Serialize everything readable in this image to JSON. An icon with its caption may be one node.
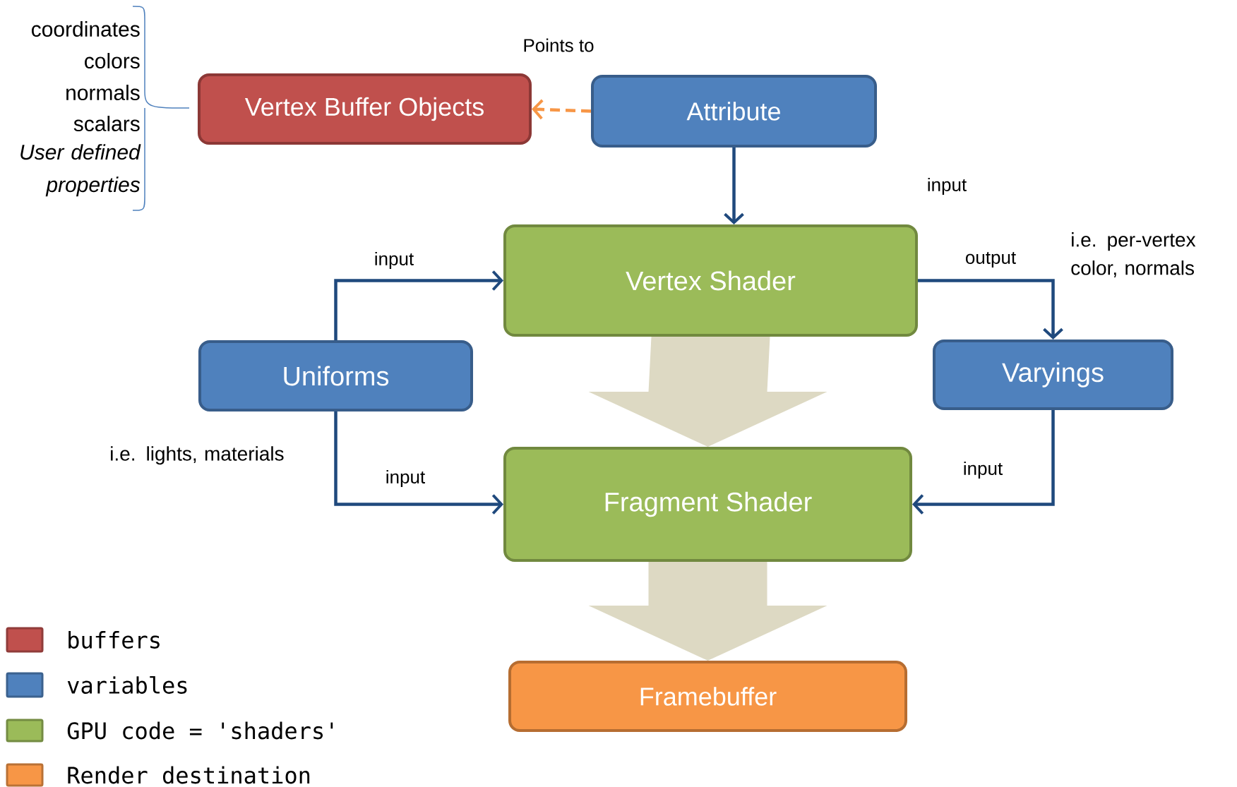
{
  "diagram": {
    "nodes": [
      {
        "text": [
          "Vertex Buffer Objects"
        ]
      },
      {
        "text": [
          "Attribute"
        ]
      },
      {
        "text": [
          "Vertex Shader"
        ]
      },
      {
        "text": [
          "Uniforms"
        ],
        "beside": [
          "i.e. lights, materials"
        ]
      },
      {
        "text": [
          "Varyings"
        ],
        "beside": [
          "i.e. per-vertex color, normals"
        ]
      },
      {
        "text": [
          "Fragment Shader"
        ]
      },
      {
        "text": [
          "Framebuffer"
        ]
      }
    ],
    "edges": [
      {
        "from": 1,
        "to": 0,
        "arrow": "to",
        "label": "Points to",
        "style": "dashed",
        "color": "#f79646"
      },
      {
        "from": 1,
        "to": 2,
        "arrow": "to"
      },
      {
        "from": 3,
        "to": 2,
        "arrow": "to",
        "label": "input"
      },
      {
        "from": 3,
        "to": 5,
        "arrow": "to",
        "label": "input"
      },
      {
        "from": 2,
        "to": 4,
        "arrow": "to",
        "label": "output"
      },
      {
        "from": 4,
        "to": 5,
        "arrow": "to",
        "label": "input"
      },
      {
        "from": 2,
        "to": 5,
        "arrow": "to",
        "style": "thick",
        "color": "#ddd9c3"
      },
      {
        "from": 5,
        "to": 6,
        "arrow": "to",
        "style": "thick",
        "color": "#ddd9c3"
      }
    ],
    "labels": [
      "coordinates",
      "colors",
      "normals",
      "scalars",
      "User defined properties",
      "input"
    ],
    "legend": [
      {
        "text": "buffers",
        "color": "#c0504d"
      },
      {
        "text": "variables",
        "color": "#4f81bd"
      },
      {
        "text": "GPU code = 'shaders'",
        "color": "#9bbb59"
      },
      {
        "text": "Render destination",
        "color": "#f79646"
      }
    ]
  }
}
